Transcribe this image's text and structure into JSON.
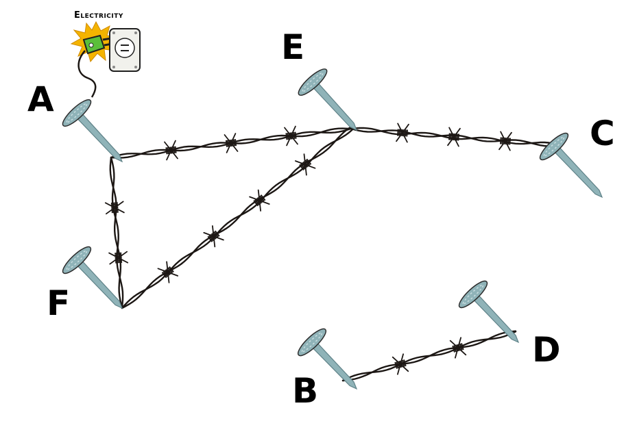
{
  "title": "Electricity",
  "colors": {
    "nail": "#8fb3b8",
    "nail_dark": "#5f8288",
    "wire": "#1c1714",
    "spark": "#f4b400",
    "plug": "#5bbf3a",
    "outlet": "#f1f1ec"
  },
  "icons": {
    "power": "electric-plug-outlet-icon",
    "nail": "nail-icon",
    "wire": "barbed-wire"
  },
  "nodes": [
    {
      "id": "A",
      "label": "A"
    },
    {
      "id": "B",
      "label": "B"
    },
    {
      "id": "C",
      "label": "C"
    },
    {
      "id": "D",
      "label": "D"
    },
    {
      "id": "E",
      "label": "E"
    },
    {
      "id": "F",
      "label": "F"
    }
  ],
  "connections": [
    {
      "from": "A",
      "to": "E"
    },
    {
      "from": "A",
      "to": "F"
    },
    {
      "from": "F",
      "to": "E"
    },
    {
      "from": "E",
      "to": "C"
    },
    {
      "from": "B",
      "to": "D"
    }
  ],
  "power_source": "A"
}
